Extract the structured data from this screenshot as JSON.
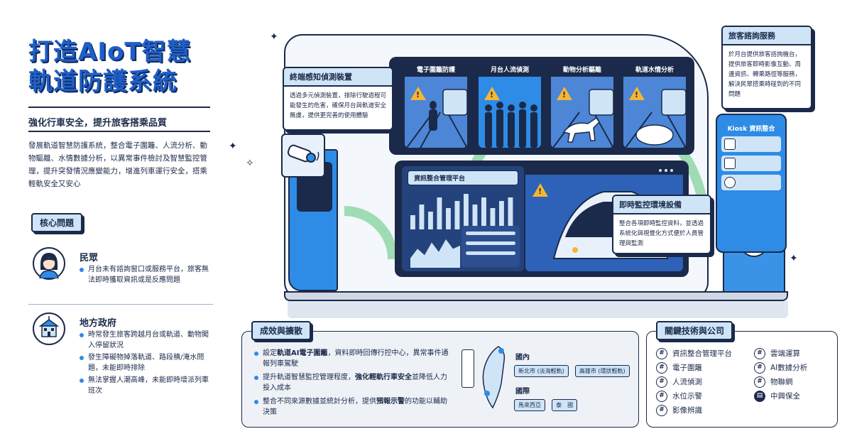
{
  "title_line1": "打造AIoT智慧",
  "title_line2": "軌道防護系統",
  "subtitle": "強化行車安全，提升旅客搭乘品質",
  "intro": "發展軌道智慧防護系統，整合電子圍籬、人流分析、動物驅離、水情數據分析，以異常事件檢討及智慧監控管理，提升突發情況應變能力，增進列車運行安全，搭乘輕軌安全又安心",
  "core_issues": {
    "label": "核心問題",
    "groups": [
      {
        "title": "民眾",
        "items": [
          "月台未有諮詢窗口或服務平台，旅客無法即時獲取資訊或是反應問題"
        ]
      },
      {
        "title": "地方政府",
        "items": [
          "時常發生旅客跨越月台或軌道、動物闖入停留狀況",
          "發生障礙物掉落軌道、路段積/淹水問題，未能即時排除",
          "無法掌握人潮高峰，未能即時增派列車班次"
        ]
      }
    ]
  },
  "cameras": [
    "電子圍籬防護",
    "月台人流偵測",
    "動物分析驅離",
    "軌道水情分析"
  ],
  "sensing": {
    "title": "終端感知偵測裝置",
    "body": "透過多元偵測裝置，排除行駛過程可能發生的危害，確保月台與軌道安全無虞，提供更完善的使用體驗"
  },
  "platform": {
    "title": "資訊整合管理平台"
  },
  "monitor": {
    "title": "即時監控環境設備",
    "body": "整合各項即時監控資料，並透過系統化與視覺化方式便於人員管理與監測"
  },
  "consult": {
    "title": "旅客諮詢服務",
    "body": "於月台提供旅客諮詢機台，提供旅客即時影像互動、周邊資訊、轉乘路徑等服務，解決民眾搭乘時碰到的不同問題"
  },
  "kiosk": {
    "title": "Kiosk 資訊整合"
  },
  "results": {
    "label": "成效與擴散",
    "items": [
      {
        "pre": "設定",
        "bold": "軌道AI電子圍籬",
        "post": "，資料即時回傳行控中心，異常事件通報列車駕駛"
      },
      {
        "pre": "提升軌道智慧監控管理程度，",
        "bold": "強化輕軌行車安全",
        "post": "並降低人力投入成本"
      },
      {
        "pre": "整合不同來源數據並統計分析，提供",
        "bold": "預報示警",
        "post": "的功能以輔助決策"
      }
    ],
    "domestic_label": "國內",
    "domestic": [
      "新北市 (淡海輕軌)",
      "高雄市 (環狀輕軌)"
    ],
    "intl_label": "國際",
    "intl": [
      "馬來西亞",
      "泰　國"
    ]
  },
  "tech": {
    "label": "關鍵技術與公司",
    "col1": [
      "資訊整合管理平台",
      "電子圍籬",
      "人流偵測",
      "水位示警",
      "影像辨識"
    ],
    "col2": [
      "雲端運算",
      "AI數據分析",
      "物聯網"
    ],
    "company": "中興保全"
  },
  "colors": {
    "navy": "#1b2a4a",
    "blue": "#2e8be6",
    "light_blue": "#cfe5f7",
    "green": "#9fdcb4",
    "warning": "#f5b632"
  },
  "chart_data": {
    "type": "bar",
    "values": [
      4,
      7,
      5,
      9,
      6,
      8,
      10,
      7,
      9,
      6,
      8,
      9
    ],
    "area_values": [
      3,
      6,
      4,
      8,
      5,
      9,
      6,
      7
    ]
  }
}
